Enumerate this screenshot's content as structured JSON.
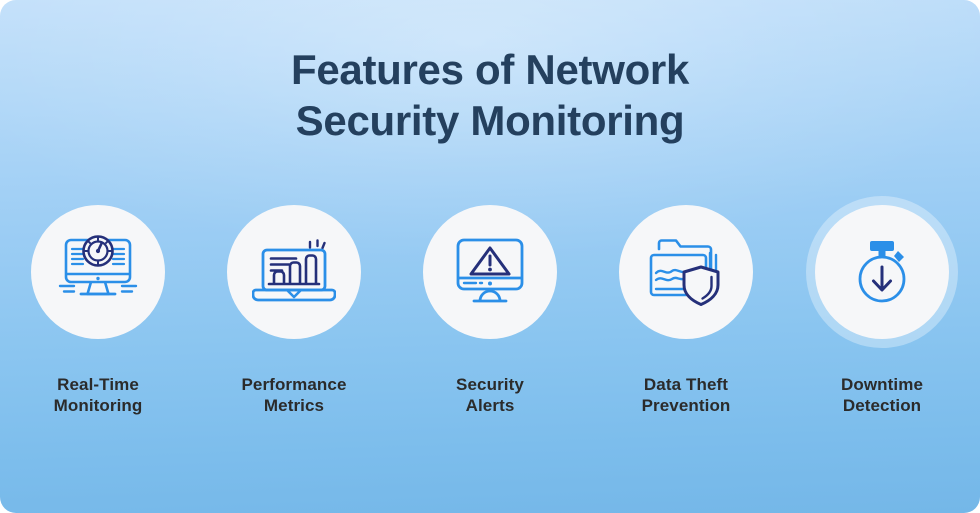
{
  "poster": {
    "title_lines": [
      "Features of Network",
      "Security Monitoring"
    ],
    "title_color": "#24405e",
    "background_top_color": "#c3e0fa",
    "background_bottom_color": "#74b7e8",
    "circle_color": "#f6f7f9",
    "icon_accent_blue": "#2b8fe8",
    "icon_accent_navy": "#25307a",
    "caption_color": "#2b2b2b"
  },
  "features": [
    {
      "icon": "monitor-speedometer-icon",
      "caption_lines": [
        "Real-Time",
        "Monitoring"
      ],
      "has_halo": false
    },
    {
      "icon": "laptop-bar-chart-icon",
      "caption_lines": [
        "Performance",
        "Metrics"
      ],
      "has_halo": false
    },
    {
      "icon": "monitor-warning-triangle-icon",
      "caption_lines": [
        "Security",
        "Alerts"
      ],
      "has_halo": false
    },
    {
      "icon": "folder-shield-icon",
      "caption_lines": [
        "Data Theft",
        "Prevention"
      ],
      "has_halo": false
    },
    {
      "icon": "stopwatch-down-arrow-icon",
      "caption_lines": [
        "Downtime",
        "Detection"
      ],
      "has_halo": true
    }
  ]
}
